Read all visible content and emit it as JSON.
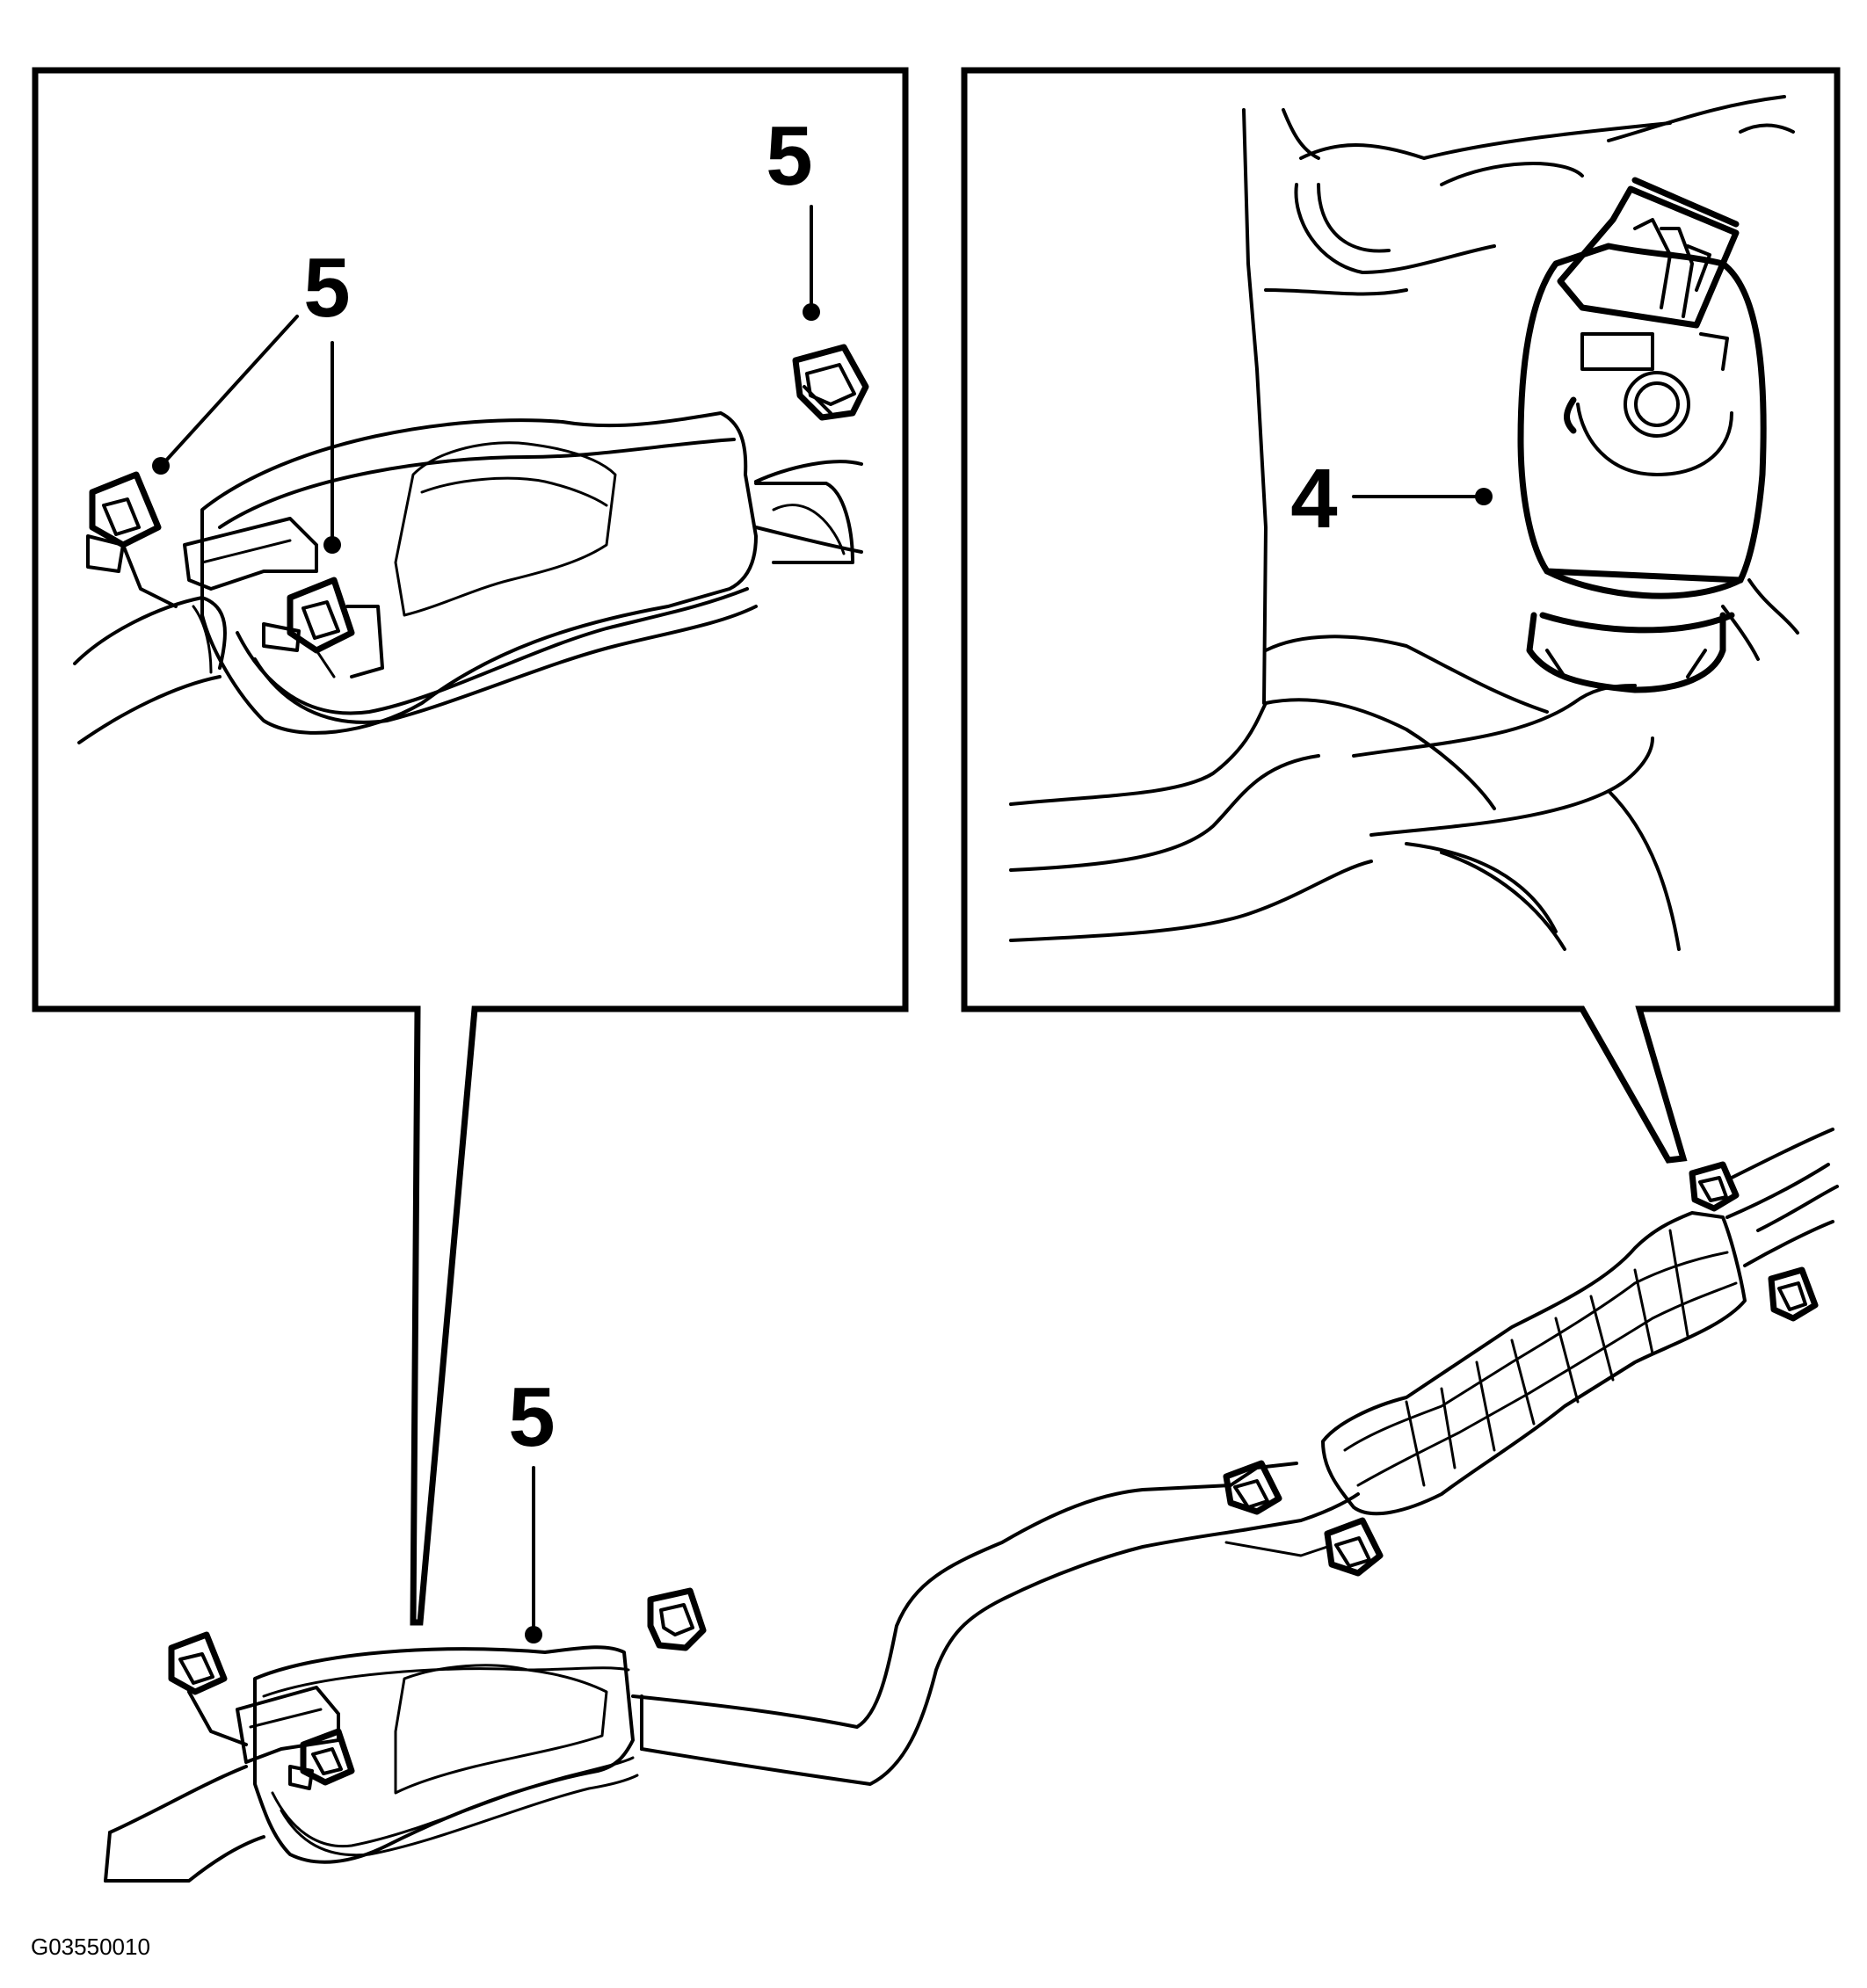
{
  "figure_code": "G03550010",
  "callouts": {
    "inset_left_top_right": "5",
    "inset_left_top_middle": "5",
    "inset_right_sensor": "4",
    "main_muffler": "5"
  },
  "colors": {
    "line": "#000000",
    "background": "#ffffff"
  }
}
